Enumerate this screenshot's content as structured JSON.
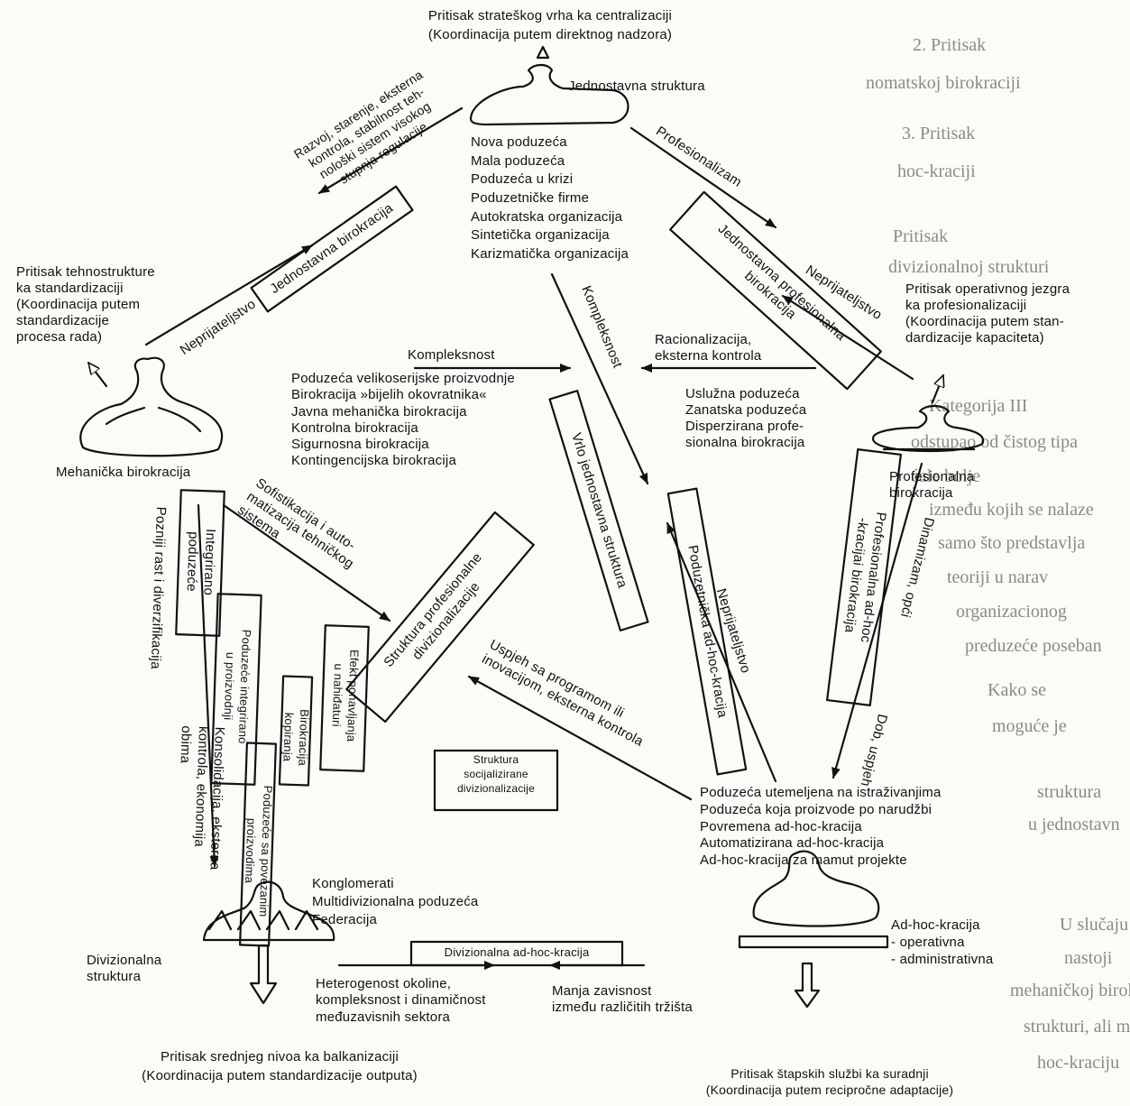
{
  "colors": {
    "ink": "#111111",
    "paper": "#fbfbf8",
    "faint_text": "#8a8a86"
  },
  "background_page": {
    "line_1": "2. Pritisak",
    "line_2": "nomatskoj birokraciji",
    "line_3": "3. Pritisak",
    "line_4": "hoc-kraciji",
    "line_5": "Pritisak",
    "line_6": "divizionalnoj strukturi",
    "line_7": "Kategorija III",
    "line_8": "odstupao od čistog tipa",
    "line_9": "ćale bolje",
    "line_10": "između kojih se nalaze",
    "line_11": "samo što predstavlja",
    "line_12": "teoriji u narav",
    "line_13": "organizacionog",
    "line_14": "preduzeće poseban",
    "line_15": "Kako se",
    "line_16": "moguće je",
    "line_17": "struktura",
    "line_18": "u jednostavn",
    "line_19": "U slučaju",
    "line_20": "nastoji",
    "line_21": "mehaničkoj birokraciji",
    "line_22": "strukturi, ali može",
    "line_23": "hoc-kraciju"
  },
  "strategic_apex": {
    "pressure_line_1": "Pritisak strateškog vrha ka centralizaciji",
    "pressure_line_2": "(Koordinacija putem direktnog nadzora)",
    "structure_name": "Jednostavna struktura",
    "examples": "Nova poduzeća\nMala poduzeća\nPoduzeća u krizi\nPoduzetničke firme\nAutokratska organizacija\nSintetička organizacija\nKarizmatička organizacija"
  },
  "technostructure": {
    "pressure": "Pritisak tehnostrukture\nka standardizaciji\n(Koordinacija putem\nstandardizacije\nprocesa rada)",
    "structure_name": "Mehanička birokracija"
  },
  "operating_core": {
    "pressure": "Pritisak operativnog jezgra\nka profesionalizaciji\n(Koordinacija putem stan-\ndardizacije kapaciteta)",
    "structure_name": "Profesionalna\nbirokracija",
    "examples": "Uslužna poduzeća\nZanatska poduzeća\nDisperzirana profe-\nsionalna birokracija"
  },
  "middle_line": {
    "pressure_line_1": "Pritisak srednjeg nivoa ka balkanizaciji",
    "pressure_line_2": "(Koordinacija putem standardizacije outputa)",
    "structure_name": "Divizionalna\nstruktura",
    "examples": "Konglomerati\nMultidivizionalna poduzeća\nFederacija"
  },
  "support_staff": {
    "pressure_line_1": "Pritisak štapskih službi ka suradnji",
    "pressure_line_2": "(Koordinacija putem recipročne adaptacije)",
    "structure_name": "Ad-hoc-kracija",
    "variants": "- operativna\n- administrativna",
    "examples": "Poduzeća utemeljena na istraživanjima\nPoduzeća koja proizvode po narudžbi\nPovremena ad-hoc-kracija\nAutomatizirana ad-hoc-kracija\nAd-hoc-kracija za mamut projekte"
  },
  "center": {
    "label_complexity": "Kompleksnost",
    "machine_examples": "Poduzeća velikoserijske proizvodnje\nBirokracija »bijelih okovratnika«\nJavna mehanička birokracija\nKontrolna birokracija\nSigurnosna birokracija\nKontingencijska birokracija",
    "rationalization": "Racionalizacija,\neksterna kontrola",
    "socialized_box": "Struktura\nsocijalizirane\ndivizionalizacije"
  },
  "arrow_labels": {
    "development": "Razvoj, starenje, eksterna\nkontrola, stabilnost teh-\nnološki sistem visokog\nstupnja regulacije",
    "hostility_left": "Neprijateljstvo",
    "professionalism": "Profesionalizam",
    "hostility_right": "Neprijateljstvo",
    "complexity_diag": "Kompleksnost",
    "sophistication": "Sofistikacija i auto-\nmatizacija tehničkog\nsistema",
    "late_growth": "Pozniji rast i diverzifikacija",
    "consolidation": "Konsolidacija, eksterna\nkontrola, ekonomija\nobima",
    "success": "Uspjeh sa programom ili\ninovacijom, eksterna kontrola",
    "hostility_mid": "Neprijateljstvo",
    "dynamism": "Dinamizam, opći",
    "age_success": "Dob, uspjeh",
    "heterogeneity": "Heterogenost okoline,\nkompleksnost i dinamičnost\nmeđuzavisnih sektora",
    "less_dependence": "Manja zavisnost\nizmeđu različitih tržišta"
  },
  "boxes": {
    "simple_bureaucracy": "Jednostavna birokracija",
    "simple_professional": "Jednostavna profesionalna\nbirokracija",
    "very_simple": "Vrlo jednostavna struktura",
    "entrepreneurial_adhoc": "Poduzetnička ad-hoc-kracija",
    "professional_adhoc": "Profesionalna ad-hoc\n-kracijai birokracija",
    "professional_divisional": "Struktura profesionalne\ndivizionalizacije",
    "integrated": "Integrirano\npoduzeće",
    "integrated_production": "Poduzeće integrirano\nu proizvodnji",
    "copying_bureaucracy": "Birokracija kopiranja",
    "cloning_effect": "Efekt ponavljanja\nu nahiđaturi",
    "related_production": "Poduzeće sa povezanim\nproizvodima",
    "divisional_adhoc": "Divizionalna ad-hoc-kracija"
  }
}
